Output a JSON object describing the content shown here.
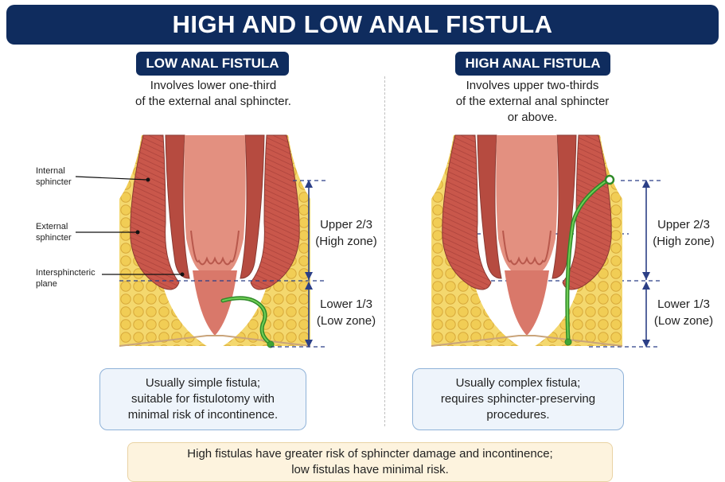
{
  "title": "HIGH AND LOW ANAL FISTULA",
  "low": {
    "heading": "LOW ANAL FISTULA",
    "description": [
      "Involves lower one-third",
      "of the external anal sphincter."
    ],
    "labels": {
      "internal": [
        "Internal",
        "sphincter"
      ],
      "external": [
        "External",
        "sphincter"
      ],
      "intersphincteric": [
        "Intersphincteric",
        "plane"
      ]
    },
    "zones": {
      "upper": [
        "Upper 2/3",
        "(High zone)"
      ],
      "lower": [
        "Lower 1/3",
        "(Low zone)"
      ]
    },
    "note": [
      "Usually simple fistula;",
      "suitable for fistulotomy with",
      "minimal risk of incontinence."
    ]
  },
  "high": {
    "heading": "HIGH ANAL FISTULA",
    "description": [
      "Involves upper two-thirds",
      "of the external anal sphincter",
      "or above."
    ],
    "zones": {
      "upper": [
        "Upper 2/3",
        "(High zone)"
      ],
      "lower": [
        "Lower 1/3",
        "(Low zone)"
      ]
    },
    "note": [
      "Usually complex fistula;",
      "requires sphincter-preserving",
      "procedures."
    ]
  },
  "footer": [
    "High fistulas have greater risk of sphincter damage and incontinence;",
    "low fistulas have minimal risk."
  ],
  "colors": {
    "navy": "#0f2c5e",
    "fat": "#f1cd55",
    "muscle": "#c9574b",
    "mucosa": "#e39080",
    "fistula": "#3fa535",
    "zone_line": "#2b3f86"
  }
}
